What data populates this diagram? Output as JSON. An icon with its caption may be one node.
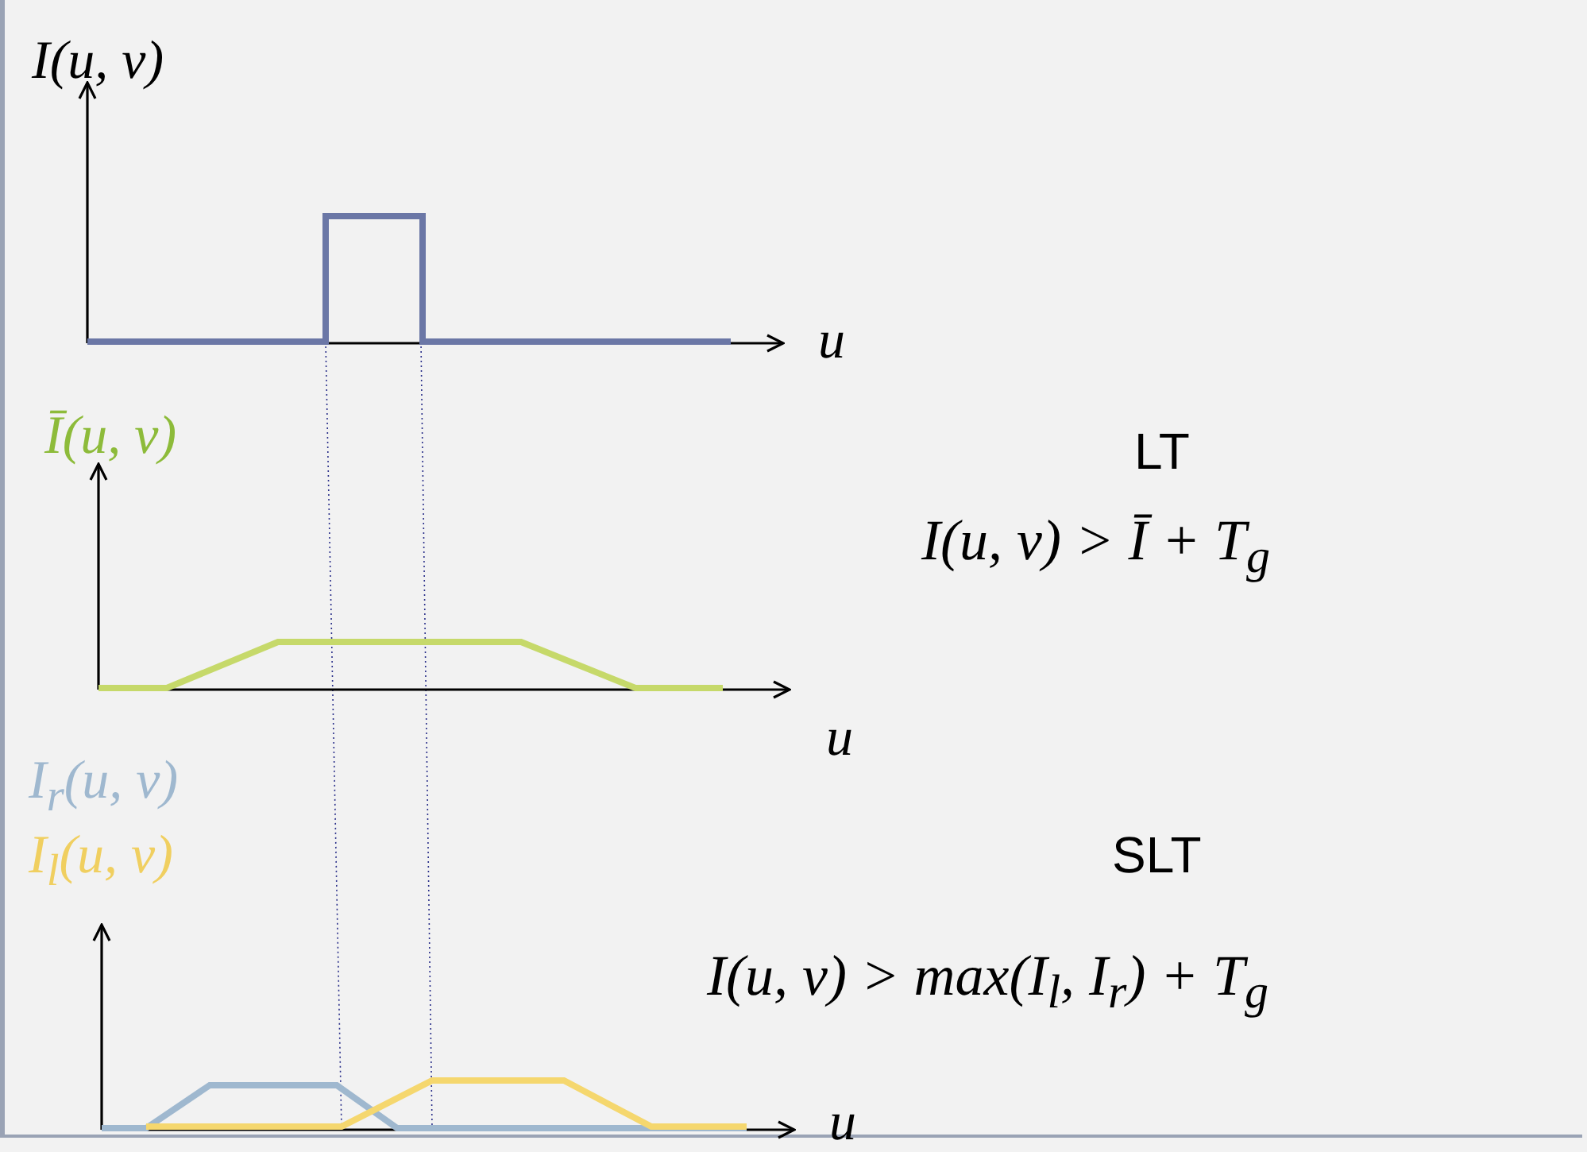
{
  "diagram": {
    "labels": [
      "I(u, v)",
      "u",
      "Ī(u, v)",
      "LT",
      "I(u, v) > Ī + T$_{g}$",
      "u",
      "I$_{r}$(u, v)",
      "I$_{l}$(u, v)",
      "SLT",
      "I(u, v) > max(I$_{l}$, I$_{r}$) + T$_{g}$",
      "u"
    ]
  }
}
